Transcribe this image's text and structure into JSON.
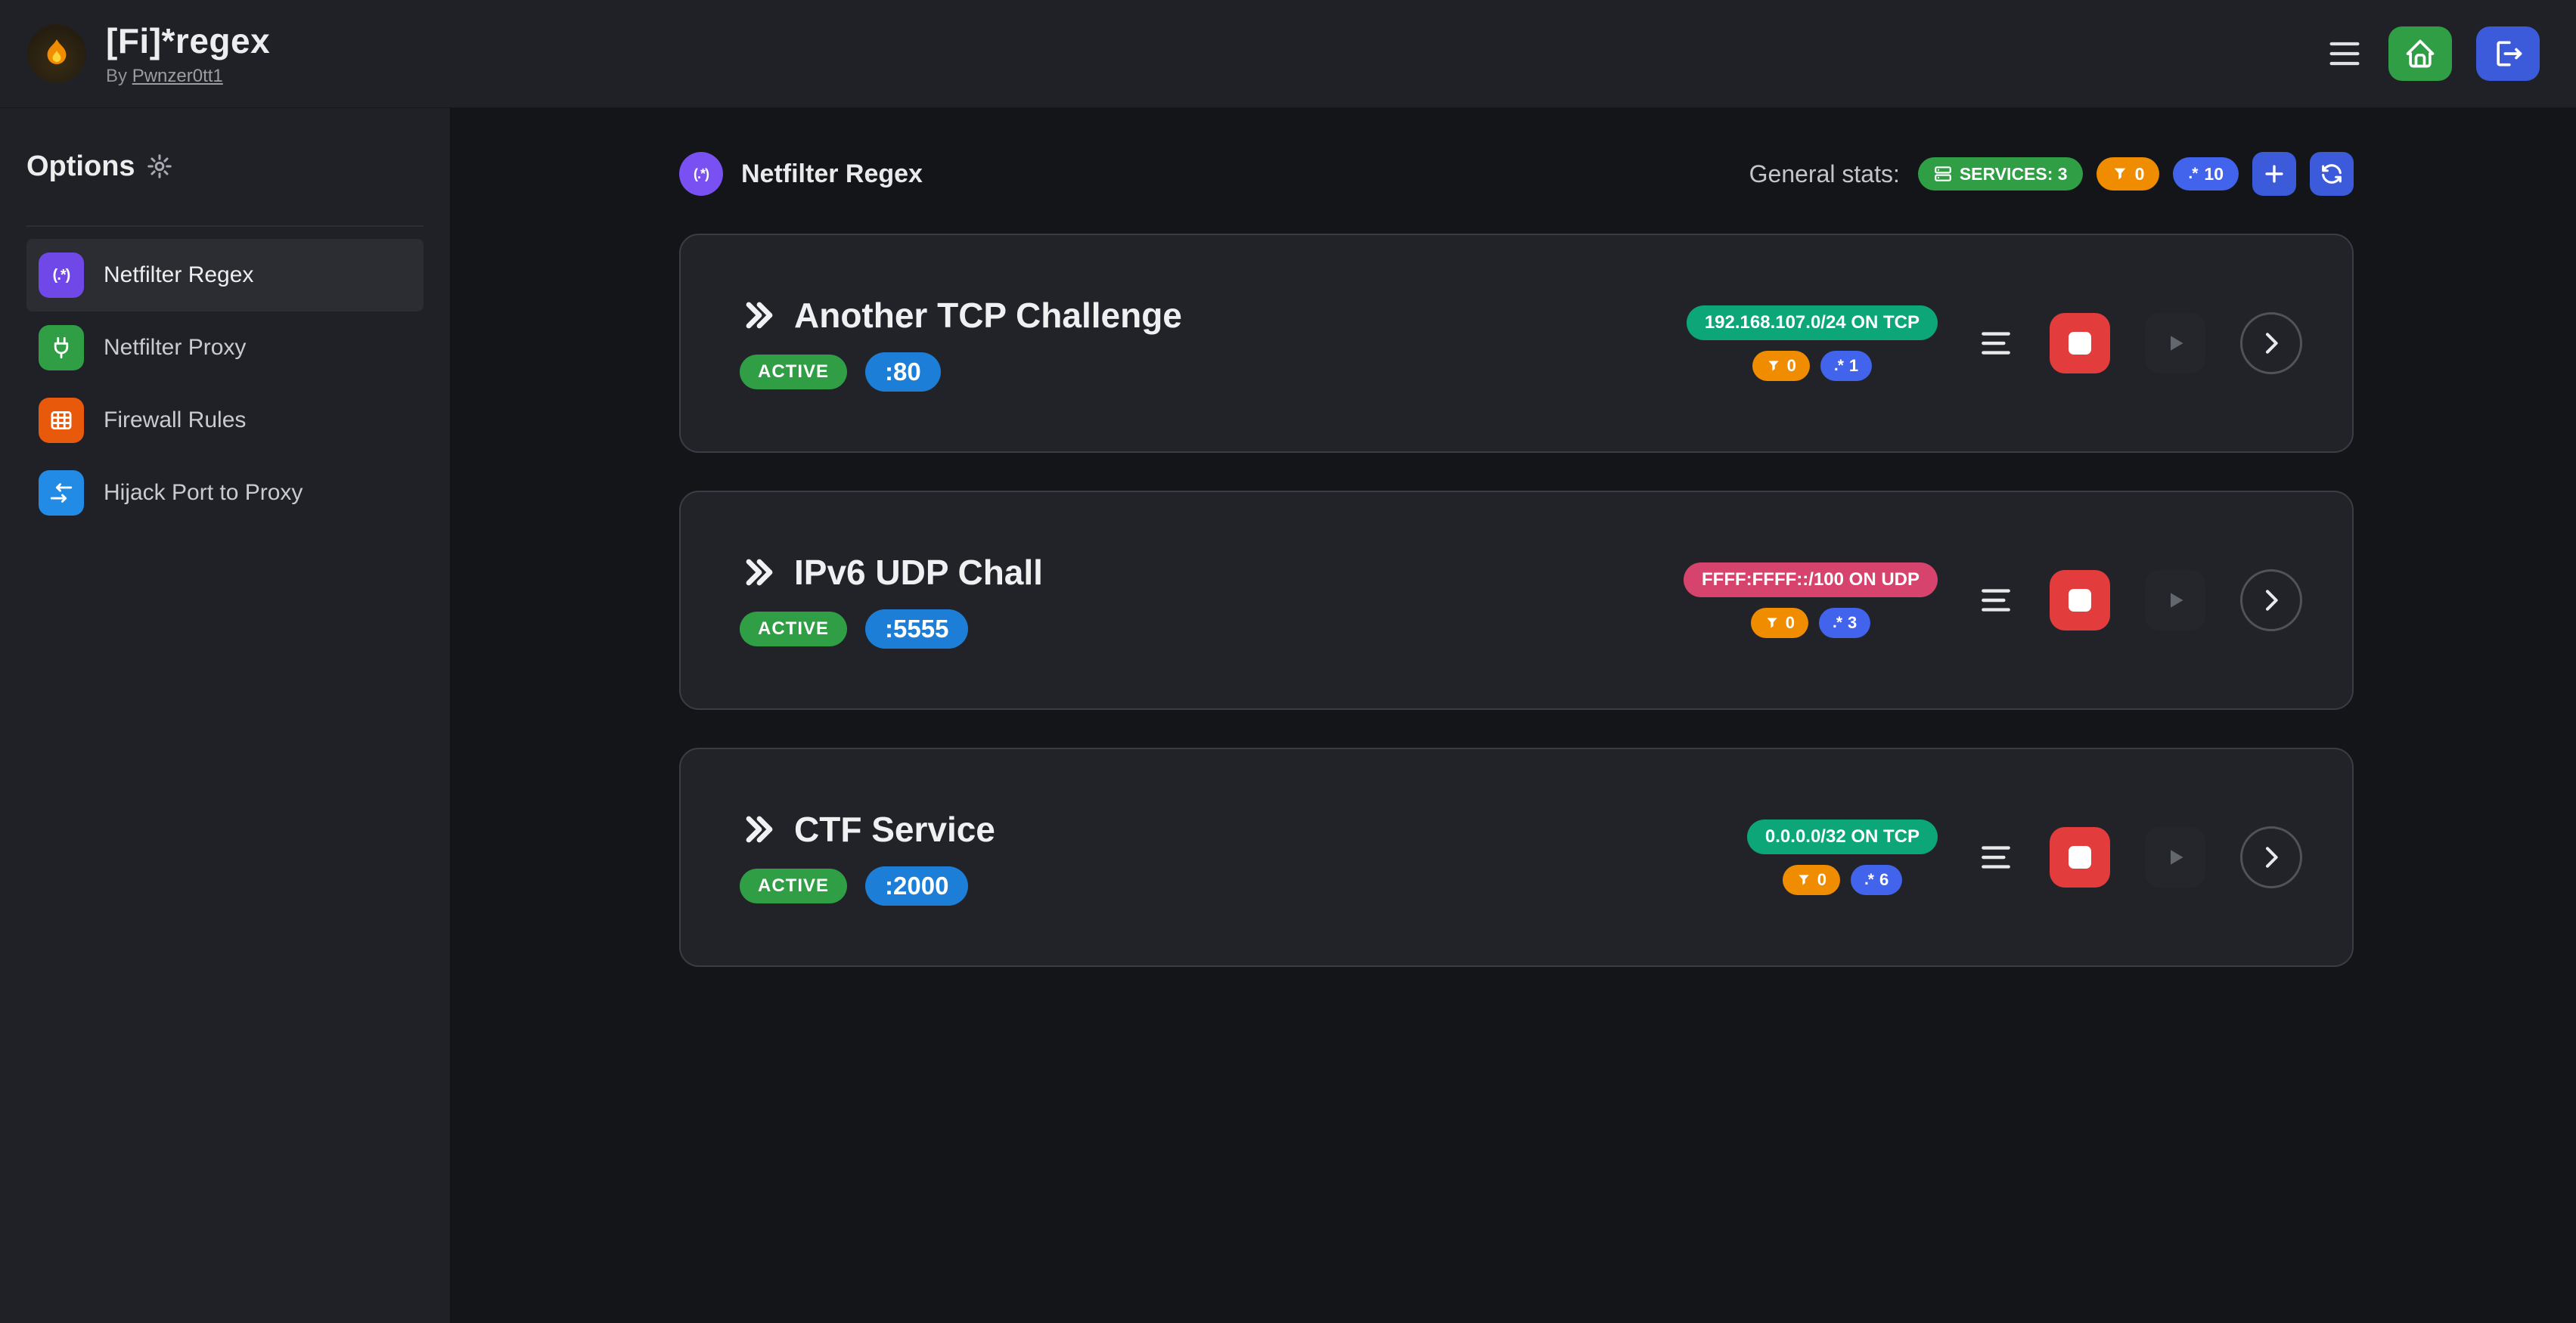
{
  "colors": {
    "green": "#2f9e44",
    "blue": "#1c7ed6",
    "indigo": "#4263eb",
    "accent": "#3b5bdb",
    "orange": "#f08c00",
    "red": "#e23c3c",
    "violet": "#7048e8",
    "teal": "#0ca678",
    "pink": "#d6436c"
  },
  "header": {
    "title": "[Fi]*regex",
    "byline_prefix": "By",
    "byline_link": "Pwnzer0tt1"
  },
  "sidebar": {
    "heading": "Options",
    "items": [
      {
        "label": "Netfilter Regex",
        "icon": "regex-icon",
        "icon_glyph": "(.*)",
        "color": "#7048e8",
        "active": true
      },
      {
        "label": "Netfilter Proxy",
        "icon": "proxy-icon",
        "color": "#2f9e44",
        "active": false
      },
      {
        "label": "Firewall Rules",
        "icon": "firewall-icon",
        "color": "#e8590c",
        "active": false
      },
      {
        "label": "Hijack Port to Proxy",
        "icon": "hijack-icon",
        "color": "#228be6",
        "active": false
      }
    ]
  },
  "main": {
    "section_title": "Netfilter Regex",
    "section_icon_glyph": "(.*)",
    "stats_label": "General stats:",
    "stats": {
      "services": "SERVICES: 3",
      "filtered": "0",
      "regexes": "10",
      "regex_glyph": ".*"
    },
    "services": [
      {
        "name": "Another TCP Challenge",
        "status": "ACTIVE",
        "port": ":80",
        "address": "192.168.107.0/24 ON TCP",
        "address_color": "#0ca678",
        "filtered": "0",
        "regexes": "1"
      },
      {
        "name": "IPv6 UDP Chall",
        "status": "ACTIVE",
        "port": ":5555",
        "address": "FFFF:FFFF::/100 ON UDP",
        "address_color": "#d6436c",
        "filtered": "0",
        "regexes": "3"
      },
      {
        "name": "CTF Service",
        "status": "ACTIVE",
        "port": ":2000",
        "address": "0.0.0.0/32 ON TCP",
        "address_color": "#0ca678",
        "filtered": "0",
        "regexes": "6"
      }
    ]
  }
}
